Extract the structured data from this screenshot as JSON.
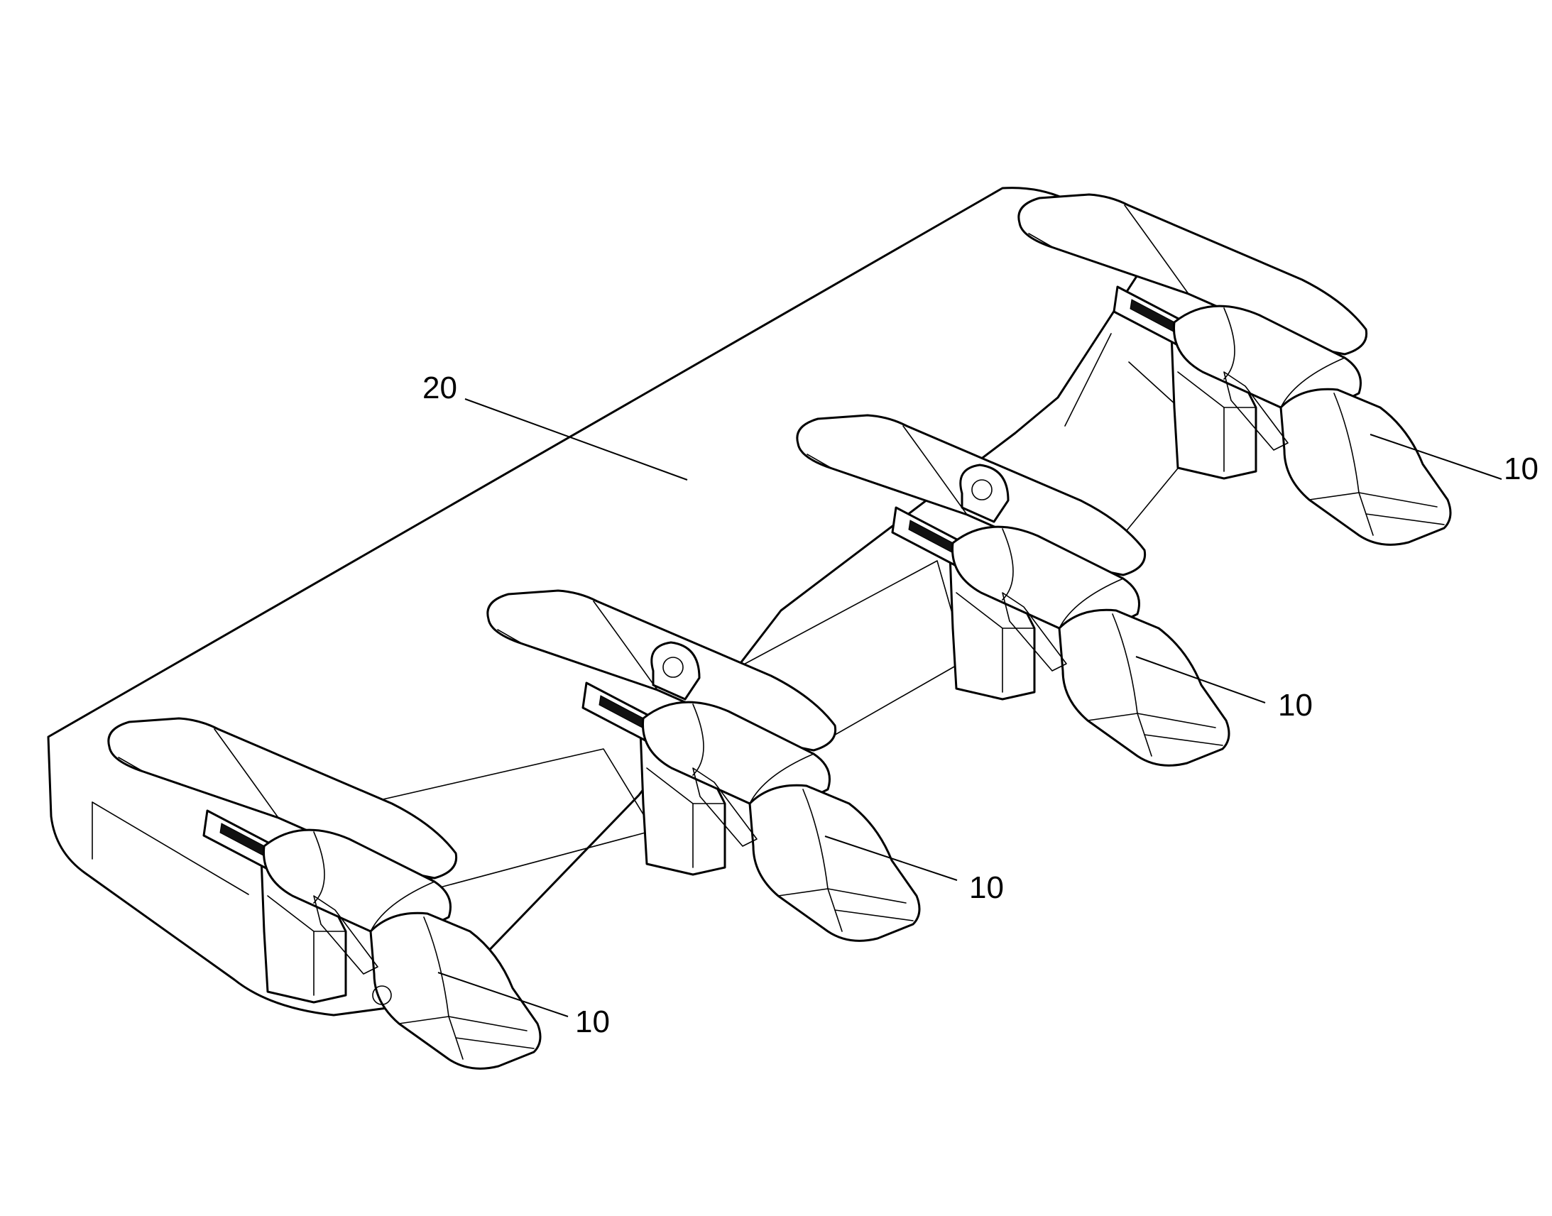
{
  "figure": {
    "reference_numerals": {
      "blade": "20",
      "tooth_1": "10",
      "tooth_2": "10",
      "tooth_3": "10",
      "tooth_4": "10"
    }
  }
}
